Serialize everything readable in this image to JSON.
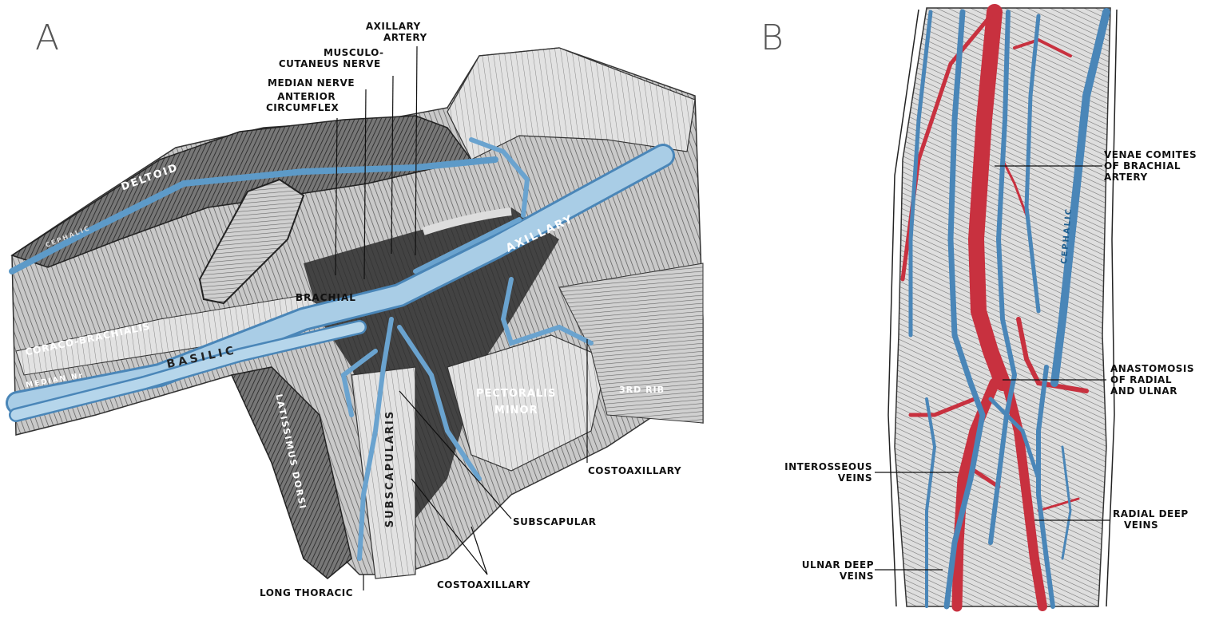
{
  "panels": {
    "a": {
      "letter": "A"
    },
    "b": {
      "letter": "B"
    }
  },
  "panel_a": {
    "labels": {
      "axillary_artery_1": "AXILLARY",
      "axillary_artery_2": "ARTERY",
      "musculo_1": "MUSCULO-",
      "musculo_2": "CUTANEUS NERVE",
      "median_nerve": "MEDIAN NERVE",
      "anterior_circumflex_1": "ANTERIOR",
      "anterior_circumflex_2": "CIRCUMFLEX",
      "costoaxillary_right": "COSTOAXILLARY",
      "subscapular": "SUBSCAPULAR",
      "costoaxillary_bottom": "COSTOAXILLARY",
      "long_thoracic": "LONG THORACIC"
    },
    "inside": {
      "deltoid": "DELTOID",
      "cephalic": "CEPHALIC",
      "axillary": "AXILLARY",
      "brachial": "BRACHIAL",
      "coraco_brachialis": "CORACO-BRACHIALIS",
      "basilic": "BASILIC",
      "median_n": "MEDIAN Nr",
      "latissimus_dorsi": "LATISSIMUS DORSI",
      "subscapularis": "SUBSCAPULARIS",
      "pectoralis_1": "PECTORALIS",
      "pectoralis_2": "MINOR",
      "third_rib": "3RD RIB"
    }
  },
  "panel_b": {
    "labels": {
      "venae_1": "VENAE COMITES",
      "venae_2": "OF BRACHIAL",
      "venae_3": "ARTERY",
      "anast_1": "ANASTOMOSIS",
      "anast_2": "OF RADIAL",
      "anast_3": "AND ULNAR",
      "interosseous_1": "INTEROSSEOUS",
      "interosseous_2": "VEINS",
      "radial_1": "RADIAL DEEP",
      "radial_2": "VEINS",
      "ulnar_1": "ULNAR DEEP",
      "ulnar_2": "VEINS"
    },
    "inside": {
      "cephalic": "CEPHALIC"
    }
  },
  "colors": {
    "vein_blue": "#8fbddc",
    "vein_blue_dark": "#4a86b8",
    "artery_red": "#c8313f",
    "muscle_gray": "#9a9a9a",
    "ink": "#111111"
  }
}
